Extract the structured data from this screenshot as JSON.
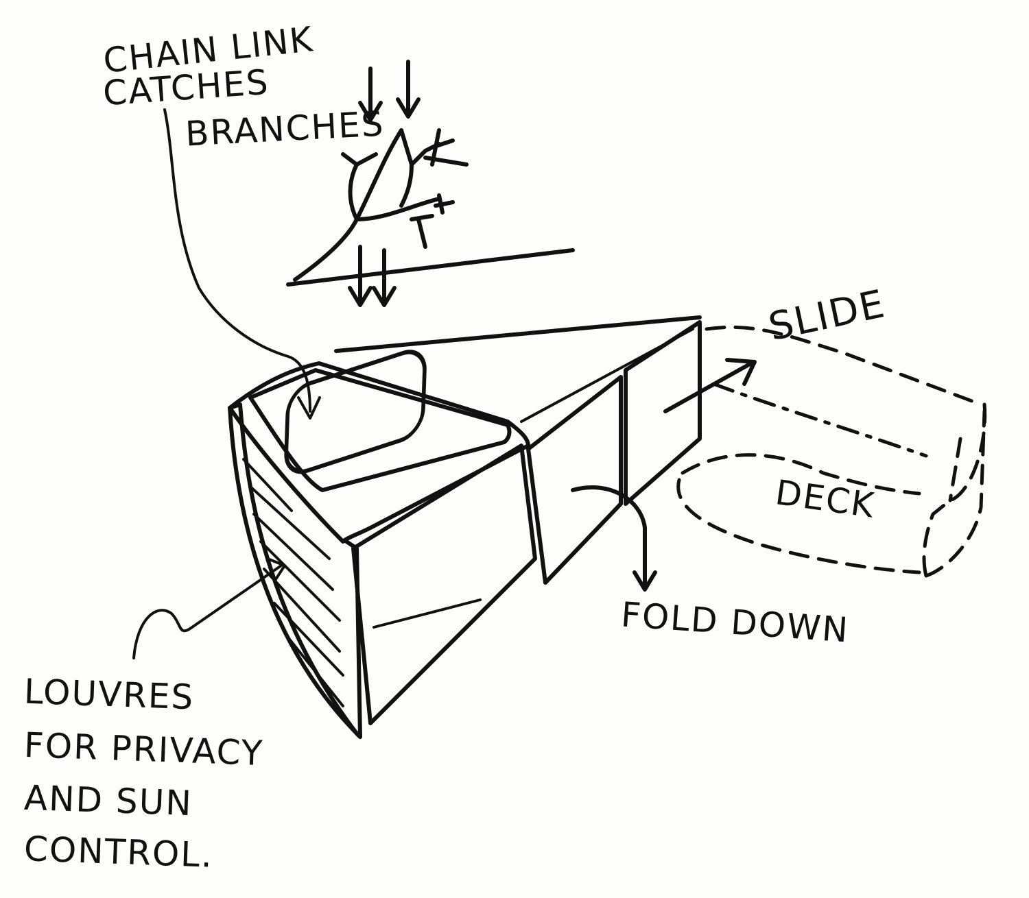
{
  "labels": {
    "chain_link": [
      "CHAIN LINK",
      "CATCHES",
      "BRANCHES"
    ],
    "slide": "SLIDE",
    "deck": "DECK",
    "fold_down": "FOLD DOWN",
    "louvres": [
      "LOUVRES",
      "FOR PRIVACY",
      "AND SUN",
      "CONTROL."
    ]
  },
  "colors": {
    "ink": "#111111",
    "paper": "#fdfdfc"
  }
}
